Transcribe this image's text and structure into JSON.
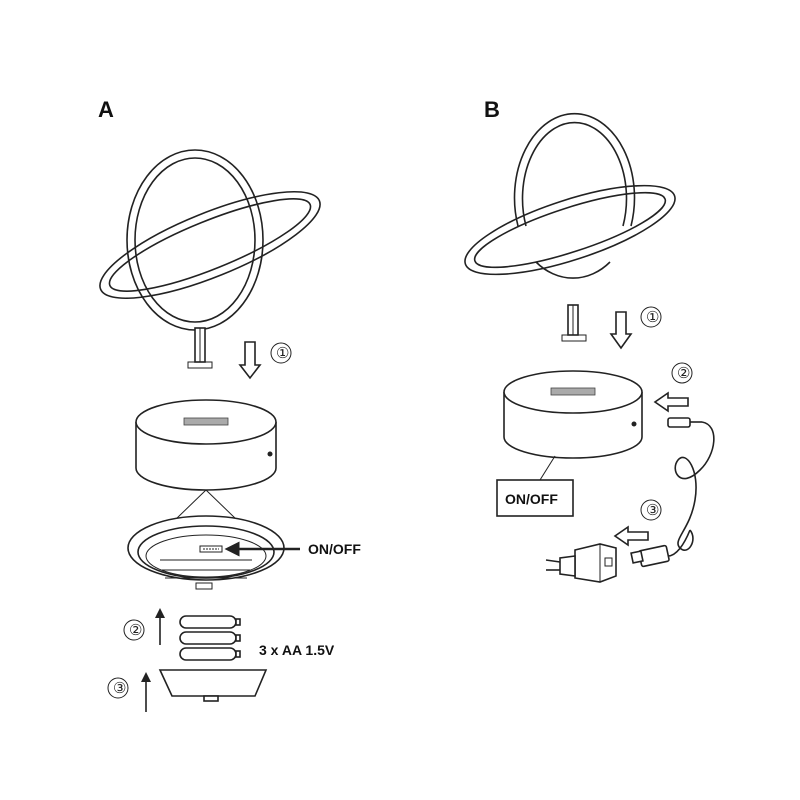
{
  "panels": [
    {
      "letter": "A",
      "labels": {
        "switch": "ON/OFF",
        "batteries": "3 x AA 1.5V"
      },
      "steps": [
        "①",
        "②",
        "③"
      ]
    },
    {
      "letter": "B",
      "labels": {
        "switch": "ON/OFF"
      },
      "steps": [
        "①",
        "②",
        "③"
      ]
    }
  ],
  "colors": {
    "line": "#222222",
    "background": "#ffffff"
  }
}
